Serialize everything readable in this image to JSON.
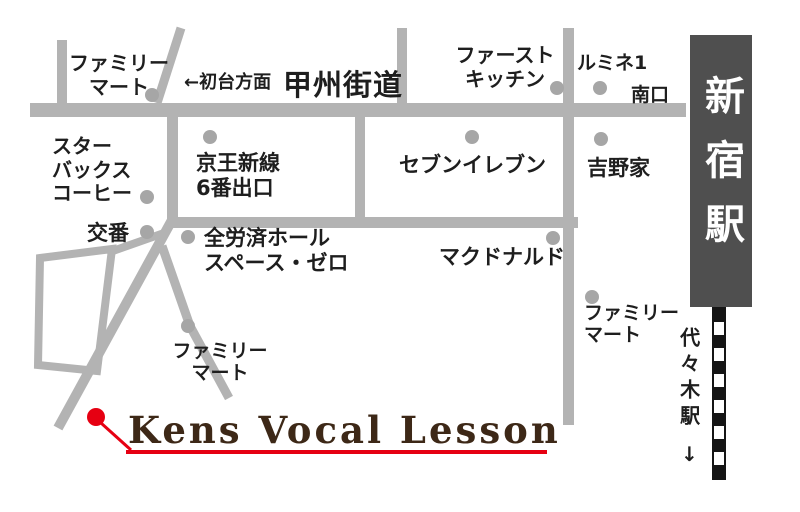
{
  "colors": {
    "road_gray": "#b3b3b3",
    "marker_gray": "#a6a6a6",
    "station_gray": "#4f4f4f",
    "text_black": "#1e1e1e",
    "accent_red": "#e60012",
    "title_brown": "#3d2817"
  },
  "icons": {
    "poi_marker": "gray-circle",
    "location_marker": "red-circle",
    "railway": "black-white-dashed-line"
  },
  "labels": {
    "familymart_nw": "ファミリー\nマート",
    "hatsudai_direction": "←初台方面",
    "koshu_kaido": "甲州街道",
    "first_kitchen": "ファースト\nキッチン",
    "lumine1": "ルミネ1",
    "south_exit": "南口",
    "shinjuku_station": "新宿駅",
    "starbucks": "スター\nバックス\nコーヒー",
    "keio_new_line": "京王新線\n6番出口",
    "seven_eleven": "セブンイレブン",
    "yoshinoya": "吉野家",
    "koban": "交番",
    "zenrosai_hall": "全労済ホール\nスペース・ゼロ",
    "mcdonalds": "マクドナルド",
    "familymart_e": "ファミリー\nマート",
    "familymart_sw": "ファミリー\nマート",
    "yoyogi_station": "代々木駅",
    "yoyogi_arrow": "↓",
    "title": "Kens Vocal Lesson"
  }
}
